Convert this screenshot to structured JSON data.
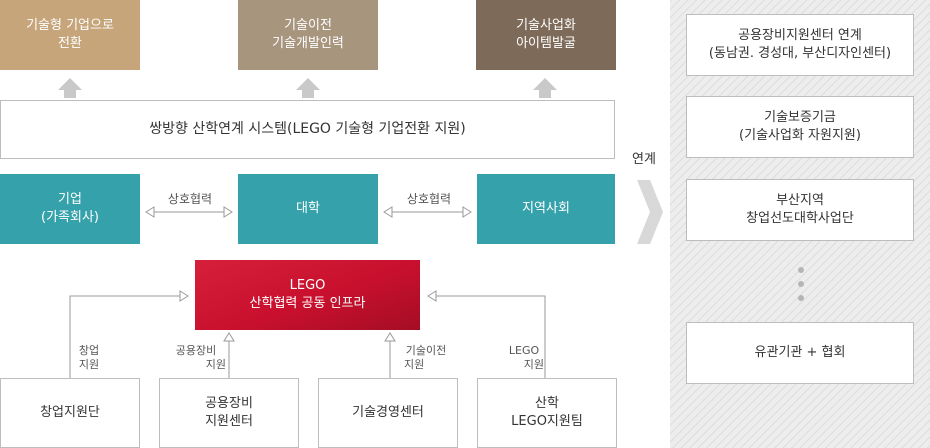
{
  "top_boxes": [
    {
      "line1": "기술형 기업으로",
      "line2": "전환",
      "color": "#c6a57b"
    },
    {
      "line1": "기술이전",
      "line2": "기술개발인력",
      "color": "#a8957e"
    },
    {
      "line1": "기술사업화",
      "line2": "아이템발굴",
      "color": "#7d6a58"
    }
  ],
  "system_bar": "쌍방향 산학연계 시스템(LEGO 기술형 기업전환 지원)",
  "middle": {
    "left_line1": "기업",
    "left_line2": "(가족회사)",
    "center": "대학",
    "right": "지역사회",
    "link_left": "상호협력",
    "link_right": "상호협력",
    "teal_color": "#35a2ab"
  },
  "infra": {
    "line1": "LEGO",
    "line2": "산학협력 공동 인프라",
    "color": "#c8102e"
  },
  "bottom_boxes": [
    {
      "line1": "창업지원단",
      "line2": ""
    },
    {
      "line1": "공용장비",
      "line2": "지원센터"
    },
    {
      "line1": "기술경영센터",
      "line2": ""
    },
    {
      "line1": "산학",
      "line2": "LEGO지원팀"
    }
  ],
  "support_labels": [
    {
      "line1": "창업",
      "line2": "지원"
    },
    {
      "line1": "공용장비",
      "line2": "지원"
    },
    {
      "line1": "기술이전",
      "line2": "지원"
    },
    {
      "line1": "LEGO",
      "line2": "지원"
    }
  ],
  "link_label": "연계",
  "right_panel": [
    {
      "line1": "공용장비지원센터 연계",
      "line2": "(동남권. 경성대, 부산디자인센터)"
    },
    {
      "line1": "기술보증기금",
      "line2": "(기술사업화 자원지원)"
    },
    {
      "line1": "부산지역",
      "line2": "창업선도대학사업단"
    },
    {
      "line1": "유관기관 + 협회",
      "line2": ""
    }
  ]
}
